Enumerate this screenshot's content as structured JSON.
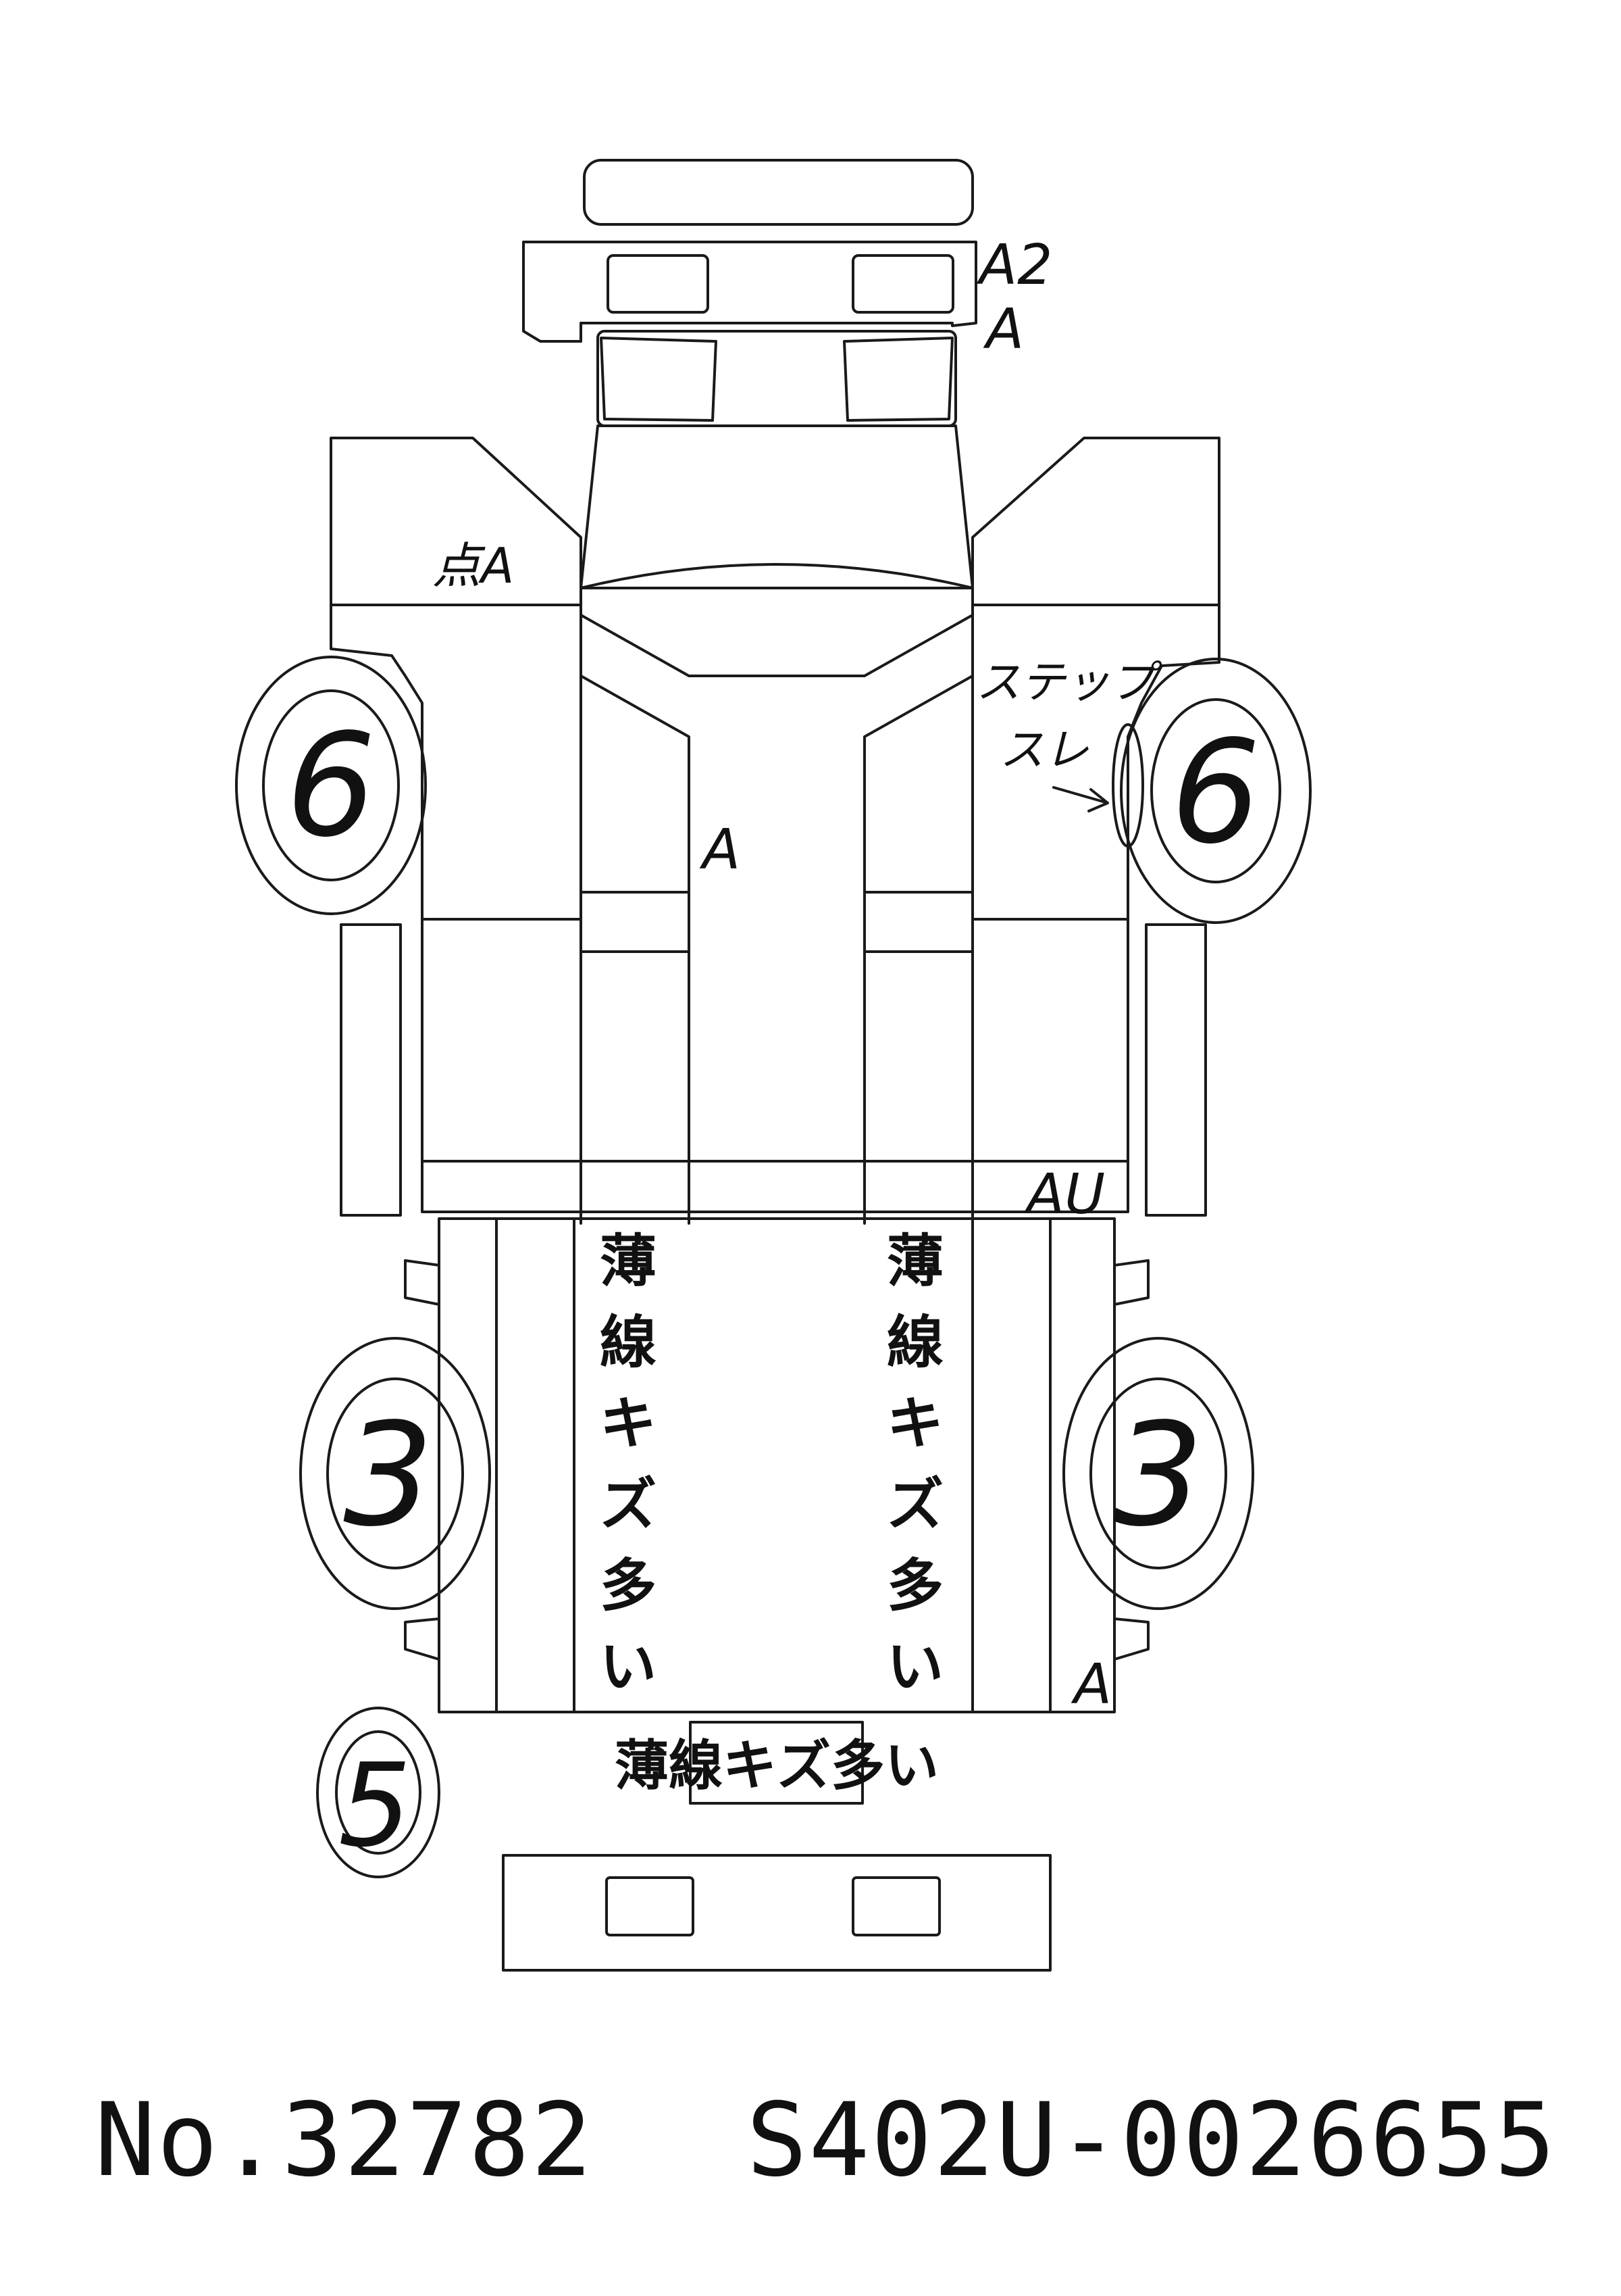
{
  "annotations": {
    "front_bumper_upper": "A2",
    "front_bumper_lower": "A",
    "left_fender": "点A",
    "windshield": "A",
    "right_step_line1": "ステップ",
    "right_step_line2": "スレ",
    "right_rear_corner": "AU",
    "bed_right_rear": "A"
  },
  "tires": {
    "front_left": "6",
    "front_right": "6",
    "rear_left": "3",
    "rear_right": "3",
    "spare": "5"
  },
  "bed_notes": {
    "left_column": [
      "薄",
      "線",
      "キ",
      "ズ",
      "多",
      "い"
    ],
    "right_column": [
      "薄",
      "線",
      "キ",
      "ズ",
      "多",
      "い"
    ],
    "tailgate": "薄線キズ多い"
  },
  "footer": {
    "number": "No.32782",
    "chassis": "S402U-0026655"
  }
}
